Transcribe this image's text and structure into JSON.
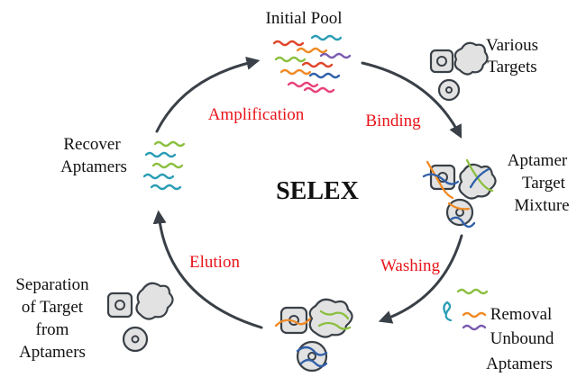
{
  "title": "SELEX",
  "colors": {
    "step_text": "#e8141a",
    "arrow": "#3a4047",
    "strand_palette": [
      "#e0452b",
      "#f08a24",
      "#2a9db5",
      "#8bbf3f",
      "#7a5bb0",
      "#e8417a",
      "#2f5fa8"
    ]
  },
  "nodes": {
    "initial_pool": "Initial Pool",
    "various_targets": [
      "Various",
      "Targets"
    ],
    "aptamer_target_mixture": [
      "Aptamer",
      "Target",
      "Mixture"
    ],
    "removal_unbound": [
      "Removal",
      "Unbound",
      "Aptamers"
    ],
    "separation": [
      "Separation",
      "of Target",
      "from",
      "Aptamers"
    ],
    "recover_aptamers": [
      "Recover",
      "Aptamers"
    ]
  },
  "steps": {
    "binding": "Binding",
    "washing": "Washing",
    "elution": "Elution",
    "amplification": "Amplification"
  }
}
